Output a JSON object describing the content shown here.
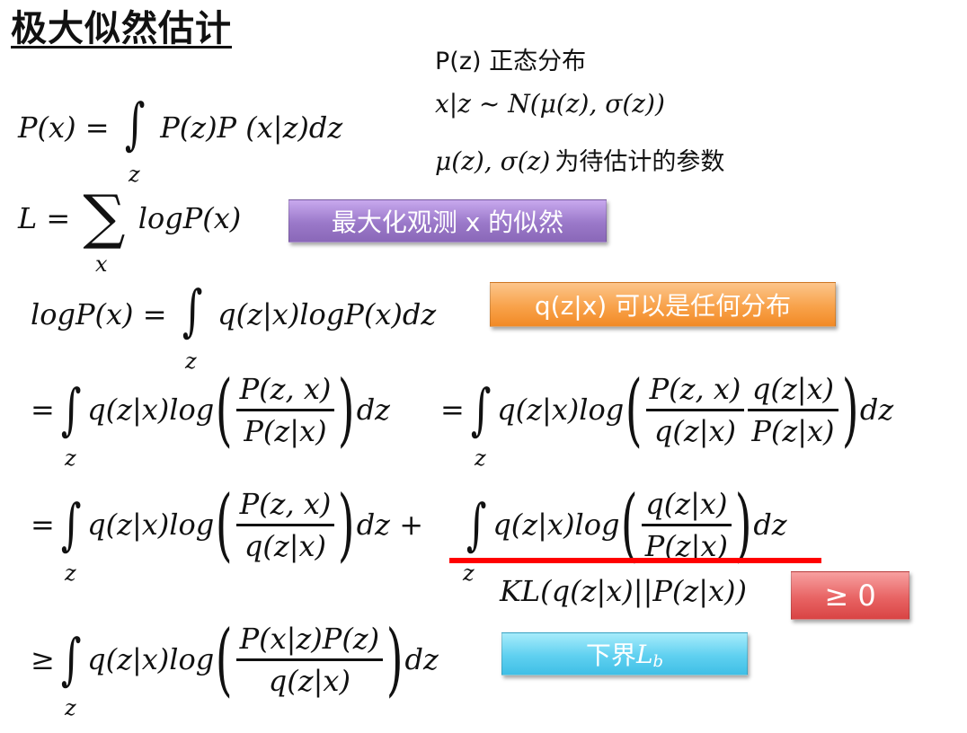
{
  "slide": {
    "title": "极大似然估计"
  },
  "notes": {
    "pz_label": "P(z)  正态分布",
    "conditional": "x|z ~ N(μ(z), σ(z))",
    "params": "μ(z), σ(z) 为待估计的参数",
    "params_math": "μ(z), σ(z)",
    "params_text": "为待估计的参数"
  },
  "equations": {
    "eq1": {
      "lhs": "P(x) =",
      "body": "P(z)P (x|z)dz",
      "sub": "z"
    },
    "eq2": {
      "lhs": "L =",
      "sum": "∑",
      "body": "logP(x)",
      "sub": "x"
    },
    "eq3": {
      "lhs": "logP(x) =",
      "body": "q(z|x)logP(x)dz",
      "sub": "z"
    },
    "eq4a": {
      "lhs": "=",
      "pre": "q(z|x)log",
      "num": "P(z, x)",
      "den": "P(z|x)",
      "post": "dz",
      "sub": "z"
    },
    "eq4b": {
      "lhs": "=",
      "pre": "q(z|x)log",
      "num1": "P(z, x)",
      "den1": "q(z|x)",
      "num2": "q(z|x)",
      "den2": "P(z|x)",
      "post": "dz",
      "sub": "z"
    },
    "eq5a": {
      "lhs": "=",
      "pre": "q(z|x)log",
      "num": "P(z, x)",
      "den": "q(z|x)",
      "post": "dz +",
      "sub": "z"
    },
    "eq5b": {
      "pre": "q(z|x)log",
      "num": "q(z|x)",
      "den": "P(z|x)",
      "post": "dz",
      "sub": "z"
    },
    "kl": "KL(q(z|x)||P(z|x))",
    "eq6": {
      "lhs": "≥",
      "pre": "q(z|x)log",
      "num": "P(x|z)P(z)",
      "den": "q(z|x)",
      "post": "dz",
      "sub": "z"
    },
    "integral": "∫",
    "lparen": "(",
    "rparen": ")"
  },
  "callouts": {
    "maximize": {
      "label": "最大化观测 x 的似然",
      "color": "#9a78c9"
    },
    "any_dist": {
      "label": "q(z|x) 可以是任何分布",
      "color": "#f8a24a"
    },
    "nonneg": {
      "label": "≥ 0",
      "color": "#e86464"
    },
    "lower_bound": {
      "label": "下界",
      "label_math": "L",
      "label_sub": "b",
      "color": "#5fd0f0"
    }
  },
  "annotations": {
    "kl_underline_color": "#ff0000"
  }
}
